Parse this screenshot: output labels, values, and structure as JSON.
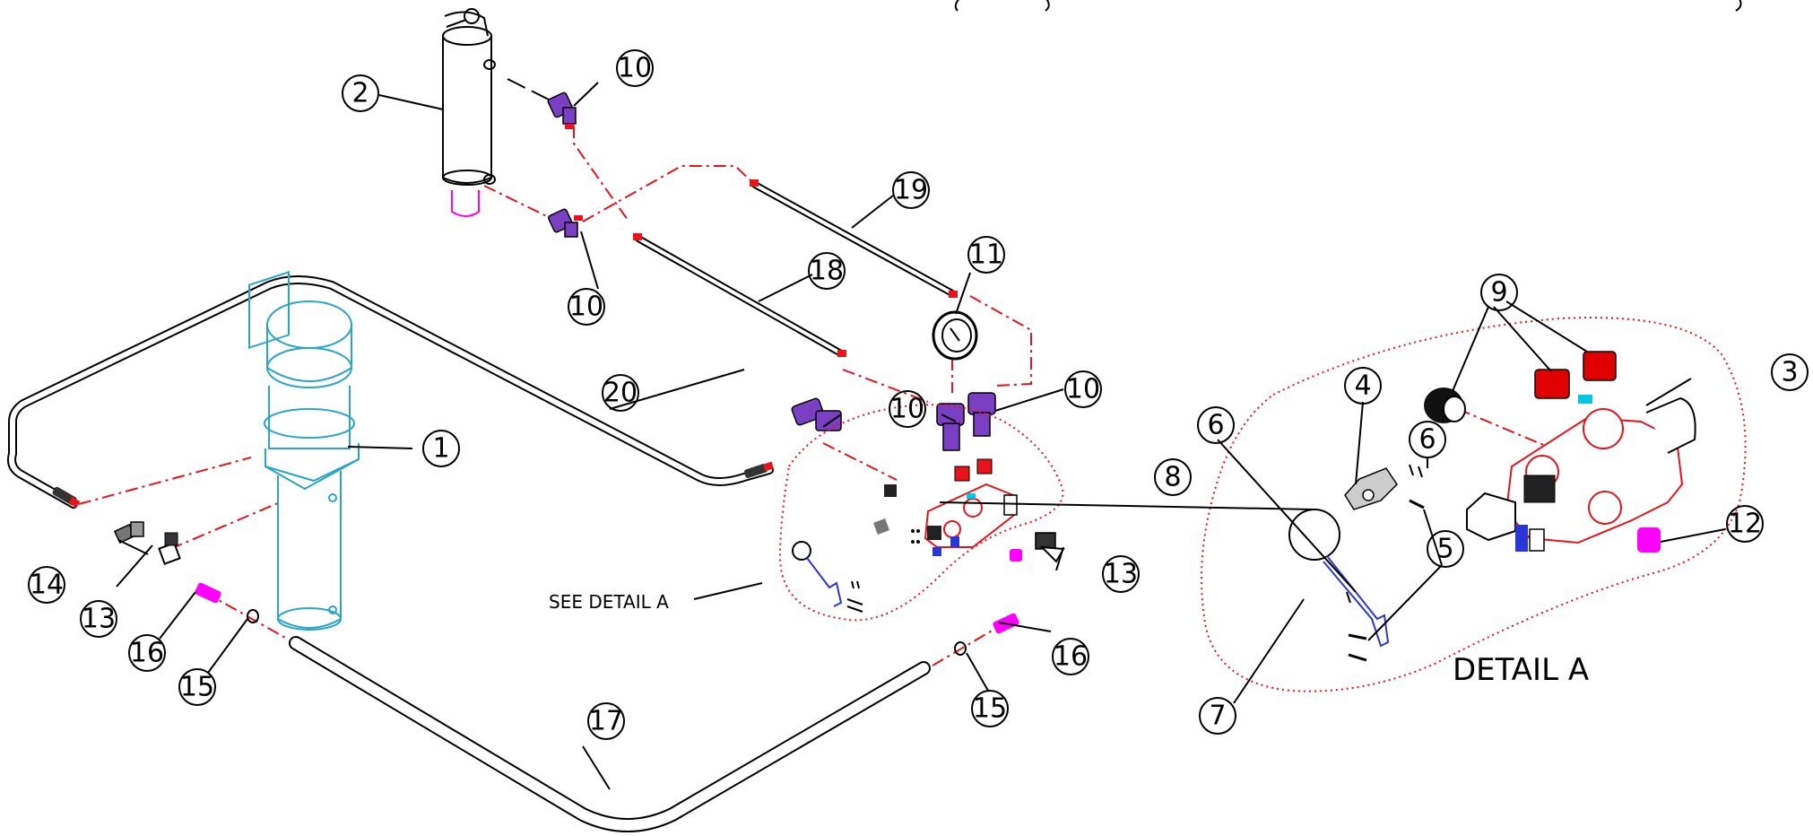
{
  "callouts": [
    {
      "id": "c1",
      "label": "1"
    },
    {
      "id": "c2",
      "label": "2"
    },
    {
      "id": "c3",
      "label": "3"
    },
    {
      "id": "c4",
      "label": "4"
    },
    {
      "id": "c5",
      "label": "5"
    },
    {
      "id": "c6a",
      "label": "6"
    },
    {
      "id": "c6b",
      "label": "6"
    },
    {
      "id": "c7",
      "label": "7"
    },
    {
      "id": "c8",
      "label": "8"
    },
    {
      "id": "c9",
      "label": "9"
    },
    {
      "id": "c10a",
      "label": "10"
    },
    {
      "id": "c10b",
      "label": "10"
    },
    {
      "id": "c10c",
      "label": "10"
    },
    {
      "id": "c10d",
      "label": "10"
    },
    {
      "id": "c11",
      "label": "11"
    },
    {
      "id": "c12",
      "label": "12"
    },
    {
      "id": "c13a",
      "label": "13"
    },
    {
      "id": "c13b",
      "label": "13"
    },
    {
      "id": "c14",
      "label": "14"
    },
    {
      "id": "c15a",
      "label": "15"
    },
    {
      "id": "c15b",
      "label": "15"
    },
    {
      "id": "c16a",
      "label": "16"
    },
    {
      "id": "c16b",
      "label": "16"
    },
    {
      "id": "c17",
      "label": "17"
    },
    {
      "id": "c18",
      "label": "18"
    },
    {
      "id": "c19",
      "label": "19"
    },
    {
      "id": "c20",
      "label": "20"
    }
  ],
  "labels": {
    "see_detail": "SEE DETAIL A",
    "detail_title": "DETAIL A"
  },
  "colors": {
    "outline": "#000000",
    "pump": "#2aa4c8",
    "valve": "#e8141b",
    "fitting": "#7b3fc4",
    "adapter": "#ff00ff",
    "lever": "#2a36d6",
    "plug": "#e00000"
  }
}
